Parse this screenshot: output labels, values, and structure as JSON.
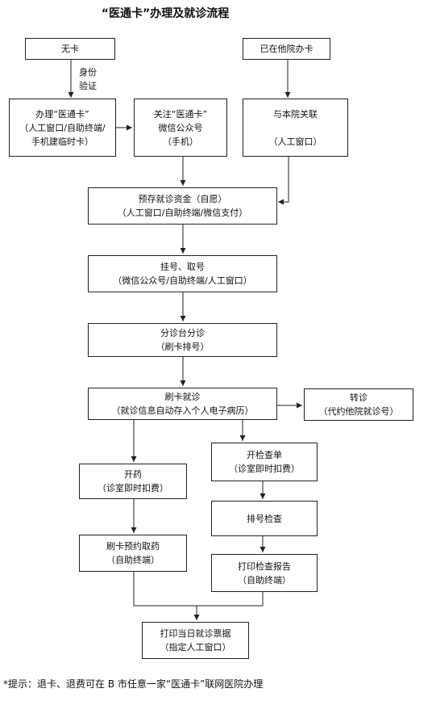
{
  "title": "“医通卡”办理及就诊流程",
  "nodes": {
    "no_card": {
      "lines": [
        "无卡"
      ]
    },
    "other_hosp": {
      "lines": [
        "已在他院办卡"
      ]
    },
    "apply_card": {
      "lines": [
        "办理“医通卡”",
        "（人工窗口/自助终端/",
        "手机建临时卡）"
      ]
    },
    "follow_wechat": {
      "lines": [
        "关注“医通卡”",
        "微信公众号",
        "（手机）"
      ]
    },
    "link_hosp": {
      "lines": [
        "与本院关联",
        "",
        "（人工窗口）"
      ]
    },
    "prepay": {
      "lines": [
        "预存就诊资金（自愿）",
        "（人工窗口/自助终端/微信支付）"
      ]
    },
    "register": {
      "lines": [
        "挂号、取号",
        "（微信公众号/自助终端/人工窗口）"
      ]
    },
    "triage": {
      "lines": [
        "分诊台分诊",
        "（刷卡排号）"
      ]
    },
    "visit": {
      "lines": [
        "刷卡就诊",
        "（就诊信息自动存入个人电子病历）"
      ]
    },
    "referral": {
      "lines": [
        "转诊",
        "（代约他院就诊号）"
      ]
    },
    "prescribe": {
      "lines": [
        "开药",
        "（诊室即时扣费）"
      ]
    },
    "exam_order": {
      "lines": [
        "开检查单",
        "（诊室即时扣费）"
      ]
    },
    "queue_exam": {
      "lines": [
        "排号检查"
      ]
    },
    "pickup": {
      "lines": [
        "刷卡预约取药",
        "（自助终端）"
      ]
    },
    "report": {
      "lines": [
        "打印检查报告",
        "（自助终端）"
      ]
    },
    "receipt": {
      "lines": [
        "打印当日就诊票据",
        "（指定人工窗口）"
      ]
    }
  },
  "edge_labels": {
    "verify": [
      "身份",
      "验证"
    ]
  },
  "footnote": "*提示：退卡、退费可在 B 市任意一家“医通卡”联网医院办理"
}
